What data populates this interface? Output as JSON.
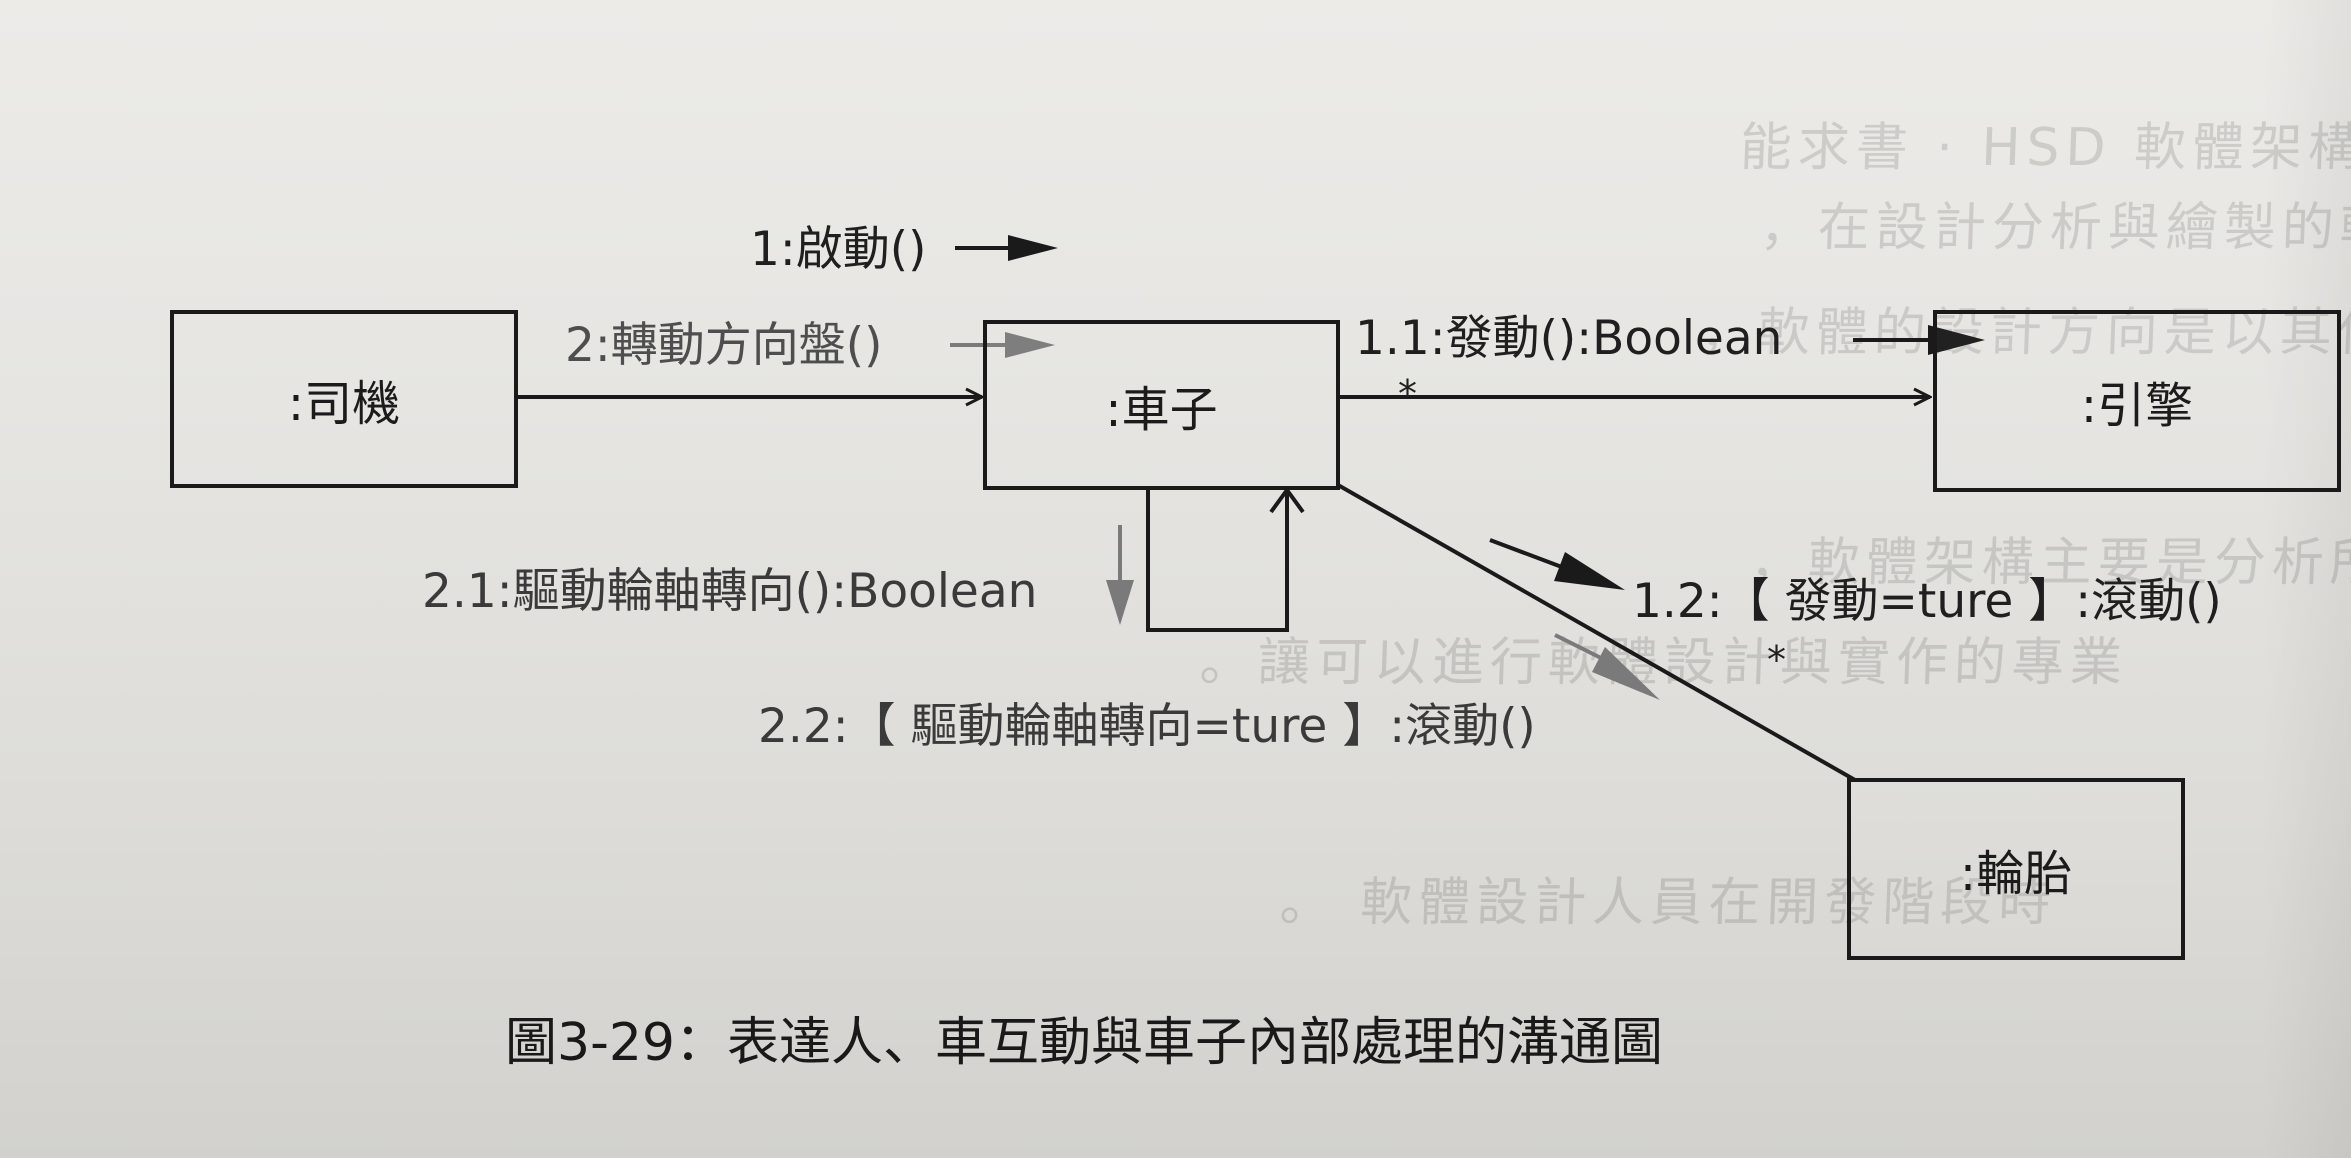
{
  "objects": {
    "driver": ":司機",
    "car": ":車子",
    "engine": ":引擎",
    "tire": ":輪胎"
  },
  "messages": {
    "m1": "1:啟動()",
    "m2": "2:轉動方向盤()",
    "m1_1": "1.1:發動():Boolean",
    "m2_1": "2.1:驅動輪軸轉向():Boolean",
    "m1_2": "1.2:【 發動=ture 】:滾動()",
    "m2_2": "2.2:【 驅動輪軸轉向=ture 】:滾動()"
  },
  "multiplicity": {
    "engine_link": "*",
    "tire_link": "*"
  },
  "caption": "圖3-29：表達人、車互動與車子內部處理的溝通圖",
  "colors": {
    "ink": "#1a1a1a",
    "paper": "#e6e5e2",
    "arrow_gray": "#7a7a7a"
  }
}
